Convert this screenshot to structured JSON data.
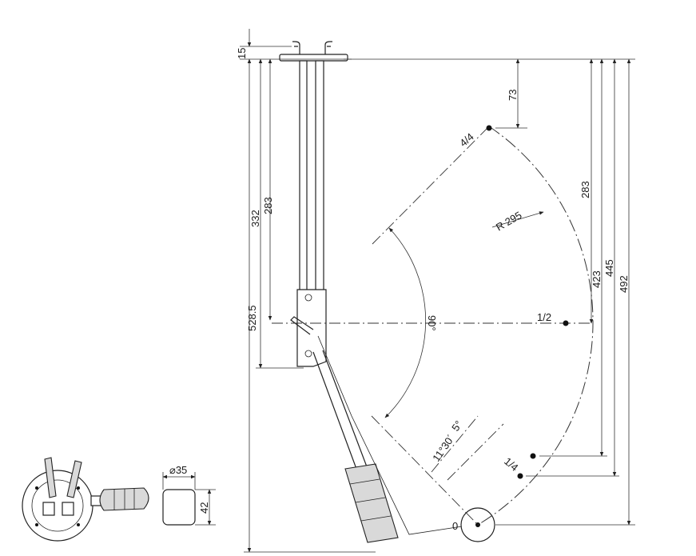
{
  "drawing": {
    "dimensions_vertical_left": {
      "top_flange": "15",
      "d332": "332",
      "d283_left": "283",
      "d528": "528.5"
    },
    "dimensions_vertical_right": {
      "d73": "73",
      "d283_right": "283",
      "d423": "423",
      "d445": "445",
      "d492": "492"
    },
    "radius_label": "R 295",
    "angle_label": "90°",
    "small_angle_label": "11°30´",
    "small_angle_extra": "5°",
    "level_marks": {
      "full": "4/4",
      "half": "1/2",
      "quarter": "1/4",
      "empty": "0"
    },
    "inset": {
      "diameter_label": "⌀35",
      "height_label": "42"
    }
  }
}
